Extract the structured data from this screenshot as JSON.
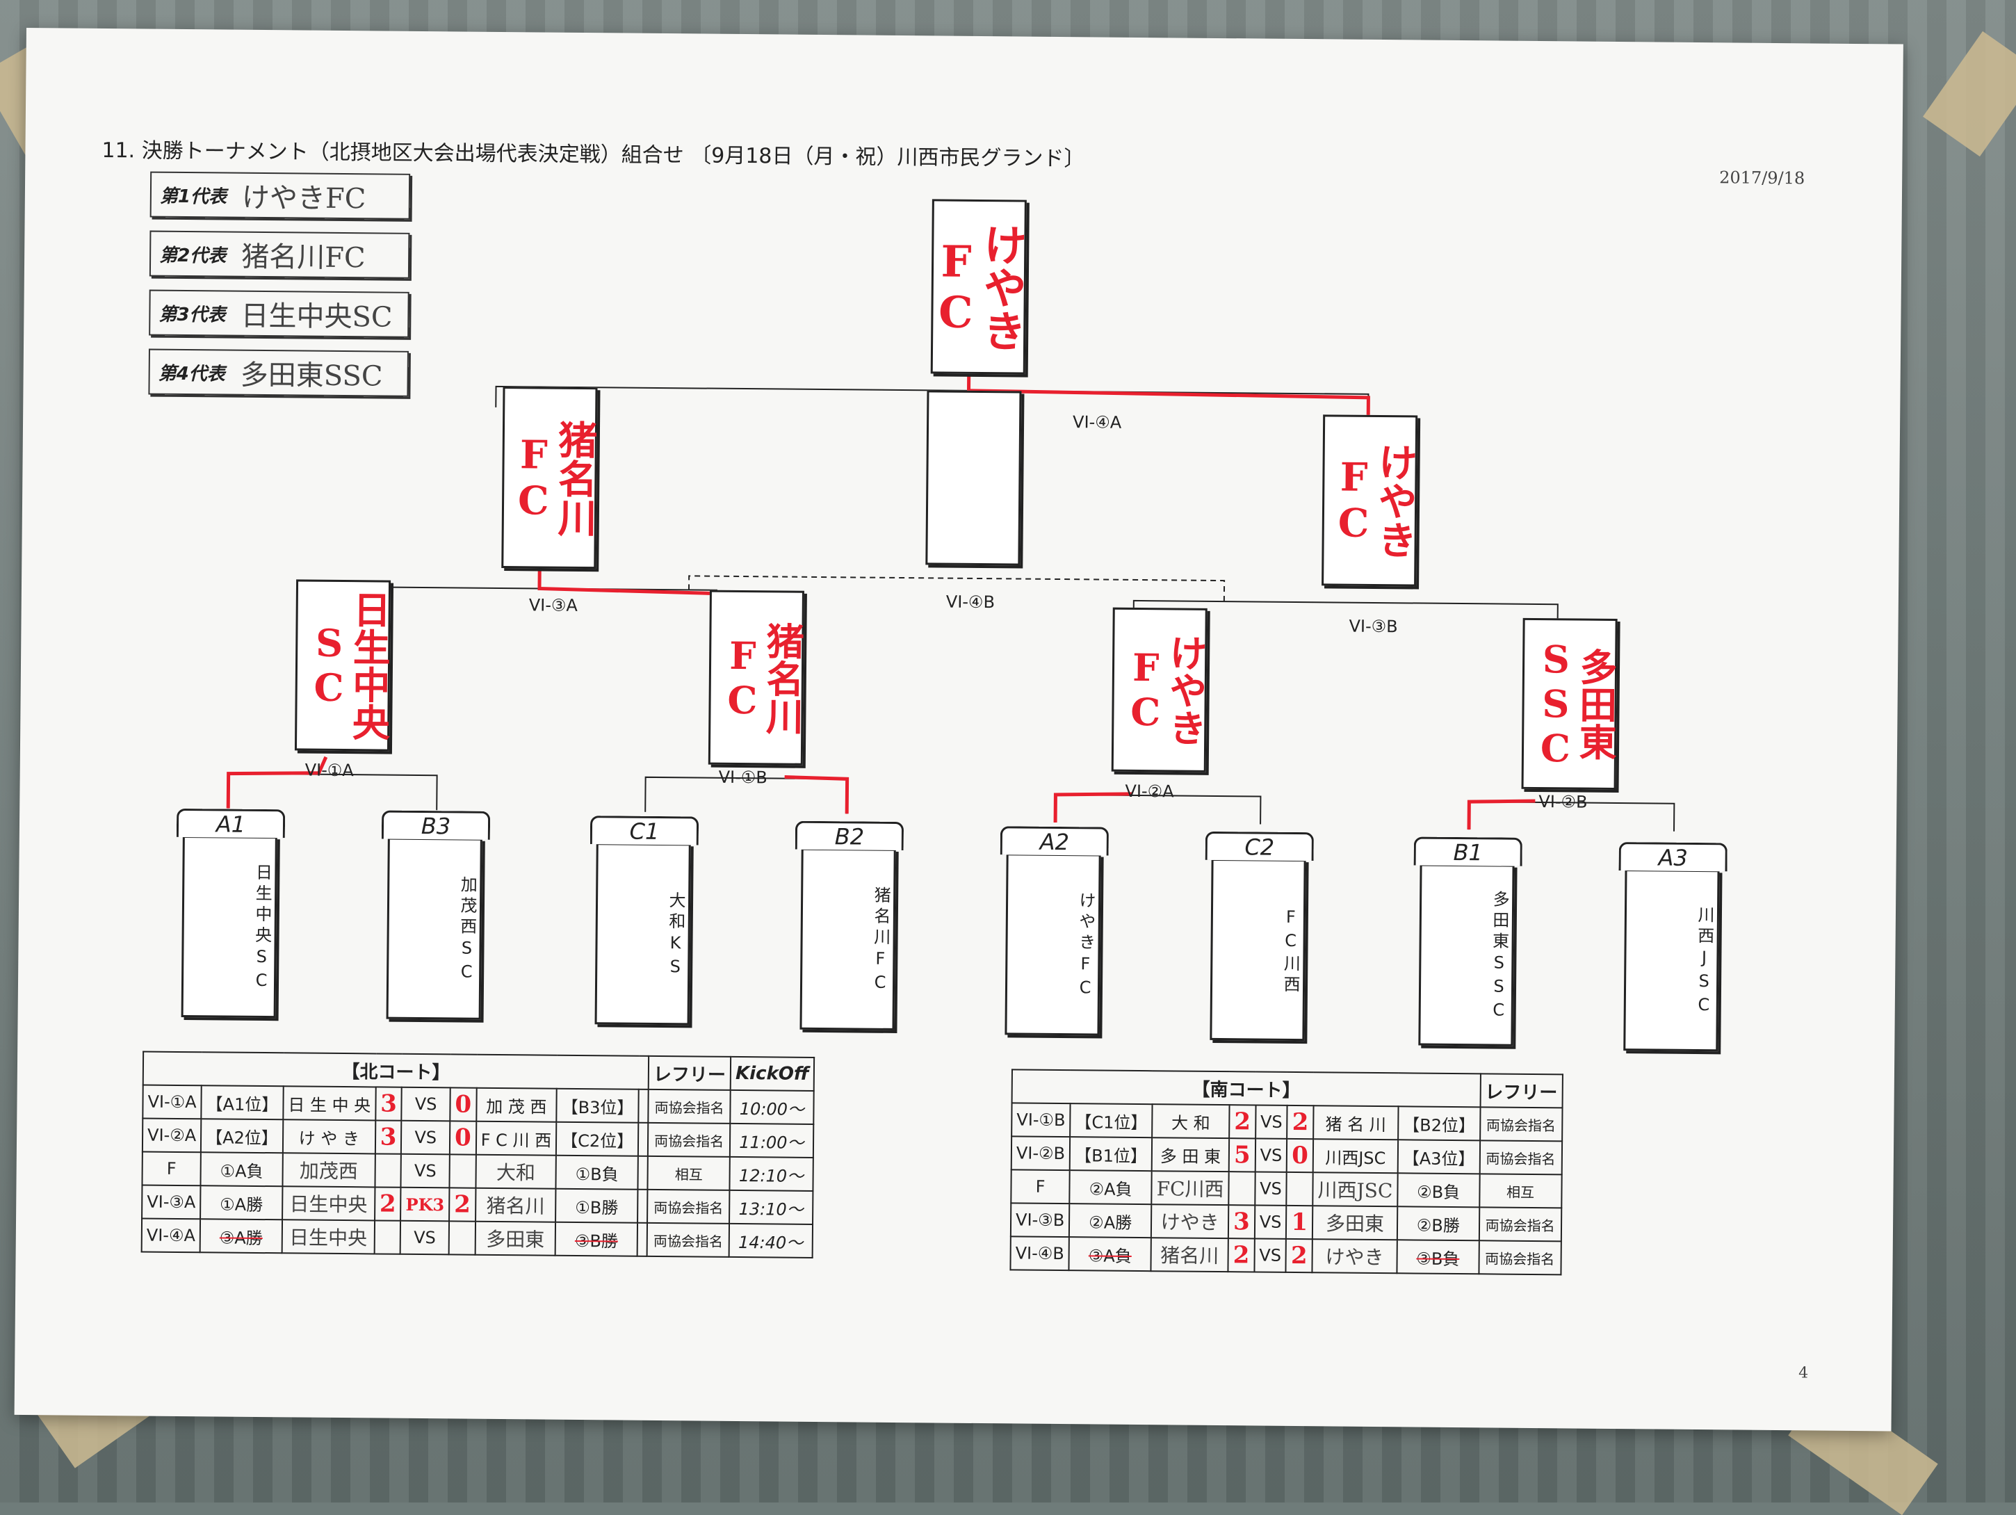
{
  "title": "11. 決勝トーナメント（北摂地区大会出場代表決定戦）組合せ 〔9月18日（月・祝）川西市民グランド〕",
  "date": "2017/9/18",
  "page_number": "4",
  "representatives": [
    {
      "label": "第1代表",
      "value": "けやきFC"
    },
    {
      "label": "第2代表",
      "value": "猪名川FC"
    },
    {
      "label": "第3代表",
      "value": "日生中央SC"
    },
    {
      "label": "第4代表",
      "value": "多田東SSC"
    }
  ],
  "champion": "けやきFC",
  "semi_winners": {
    "left": "猪名川FC",
    "center": "",
    "right": "けやきFC"
  },
  "round2_winners": [
    "日生中央SC",
    "猪名川FC",
    "けやきFC",
    "多田東SSC"
  ],
  "match_labels": {
    "m1a": "VI-①A",
    "m1b": "VI-①B",
    "m2a": "VI-②A",
    "m2b": "VI-②B",
    "m3a": "VI-③A",
    "m3b": "VI-③B",
    "m4a": "VI-④A",
    "m4b": "VI-④B"
  },
  "teams": [
    {
      "code": "A1",
      "name": "日生中央SC"
    },
    {
      "code": "B3",
      "name": "加茂西SC"
    },
    {
      "code": "C1",
      "name": "大和KS"
    },
    {
      "code": "B2",
      "name": "猪名川FC"
    },
    {
      "code": "A2",
      "name": "けやきFC"
    },
    {
      "code": "C2",
      "name": "FC川西"
    },
    {
      "code": "B1",
      "name": "多田東SSC"
    },
    {
      "code": "A3",
      "name": "川西JSC"
    }
  ],
  "north": {
    "header": "【北コート】",
    "referee_header": "レフリー",
    "kickoff_header": "KickOff",
    "rows": [
      {
        "match": "VI-①A",
        "left_pos": "【A1位】",
        "left": "日 生 中 央",
        "ls": "3",
        "vs": "VS",
        "rs": "0",
        "right": "加 茂 西",
        "right_pos": "【B3位】",
        "ref": "両協会指名",
        "time": "10:00～"
      },
      {
        "match": "VI-②A",
        "left_pos": "【A2位】",
        "left": "け や き",
        "ls": "3",
        "vs": "VS",
        "rs": "0",
        "right": "F C 川 西",
        "right_pos": "【C2位】",
        "ref": "両協会指名",
        "time": "11:00～"
      },
      {
        "match": "F",
        "left_pos": "①A負",
        "left": "加茂西",
        "ls": "",
        "vs": "VS",
        "rs": "",
        "right": "大和",
        "right_pos": "①B負",
        "ref": "相互",
        "time": "12:10～"
      },
      {
        "match": "VI-③A",
        "left_pos": "①A勝",
        "left": "日生中央",
        "ls": "2",
        "vs": "PK3",
        "rs": "2",
        "right": "猪名川",
        "right_pos": "①B勝",
        "ref": "両協会指名",
        "time": "13:10～"
      },
      {
        "match": "VI-④A",
        "left_pos": "③A勝",
        "left": "日生中央",
        "ls": "",
        "vs": "VS",
        "rs": "",
        "right": "多田東",
        "right_pos": "③B勝",
        "ref": "両協会指名",
        "time": "14:40～"
      }
    ]
  },
  "south": {
    "header": "【南コート】",
    "referee_header": "レフリー",
    "rows": [
      {
        "match": "VI-①B",
        "left_pos": "【C1位】",
        "left": "大 和",
        "ls": "2",
        "vs": "VS",
        "rs": "2",
        "right": "猪 名 川",
        "right_pos": "【B2位】",
        "ref": "両協会指名"
      },
      {
        "match": "VI-②B",
        "left_pos": "【B1位】",
        "left": "多 田 東",
        "ls": "5",
        "vs": "VS",
        "rs": "0",
        "right": "川西JSC",
        "right_pos": "【A3位】",
        "ref": "両協会指名"
      },
      {
        "match": "F",
        "left_pos": "②A負",
        "left": "FC川西",
        "ls": "",
        "vs": "VS",
        "rs": "",
        "right": "川西JSC",
        "right_pos": "②B負",
        "ref": "相互"
      },
      {
        "match": "VI-③B",
        "left_pos": "②A勝",
        "left": "けやき",
        "ls": "3",
        "vs": "VS",
        "rs": "1",
        "right": "多田東",
        "right_pos": "②B勝",
        "ref": "両協会指名"
      },
      {
        "match": "VI-④B",
        "left_pos": "③A負",
        "left": "猪名川",
        "ls": "2",
        "vs": "VS",
        "rs": "2",
        "right": "けやき",
        "right_pos": "③B負",
        "ref": "両協会指名"
      }
    ]
  },
  "colors": {
    "winner_line": "#e8202e",
    "ink": "#222222",
    "paper": "#f7f7f5"
  }
}
